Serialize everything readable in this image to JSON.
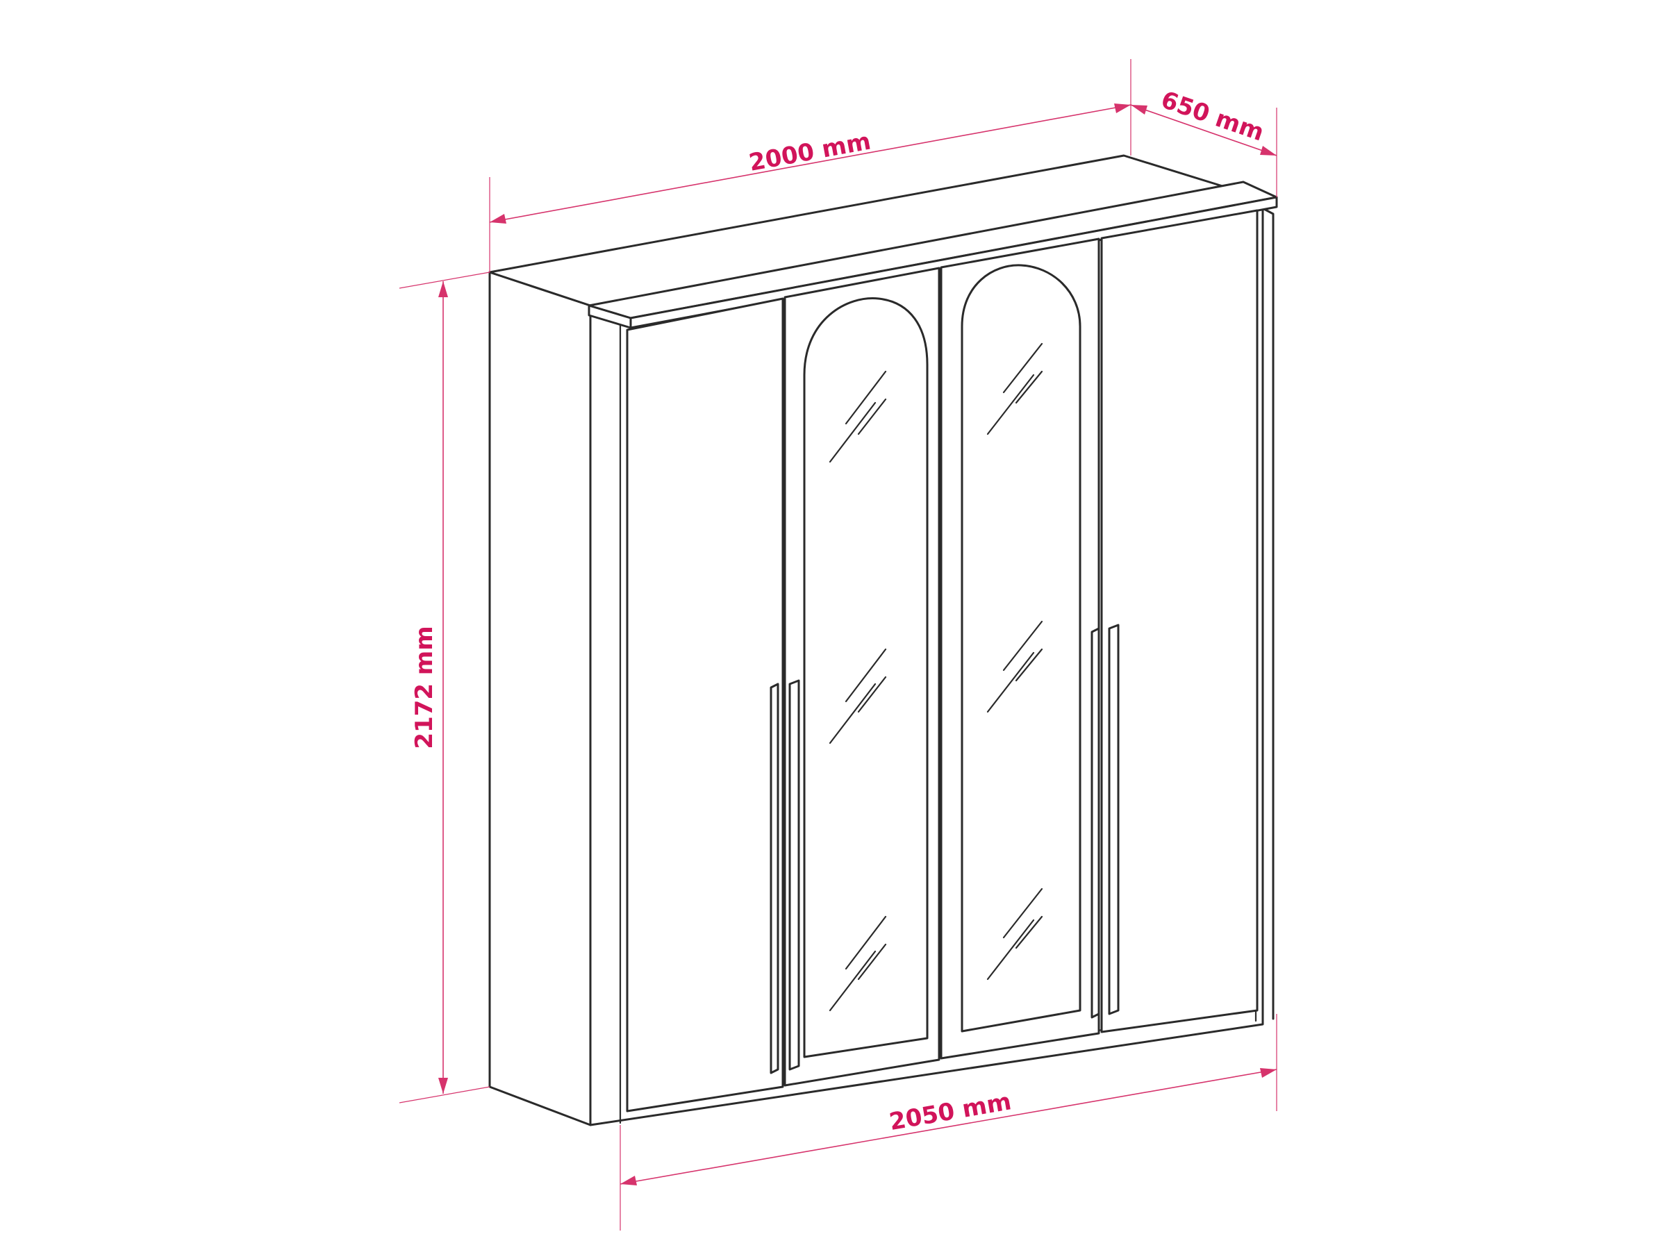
{
  "dimensions": {
    "top_width": "2000 mm",
    "depth": "650 mm",
    "height": "2172 mm",
    "bottom_width": "2050 mm"
  },
  "colors": {
    "outline": "#2a2a2a",
    "dimension": "#d1145a",
    "background": "#ffffff"
  }
}
